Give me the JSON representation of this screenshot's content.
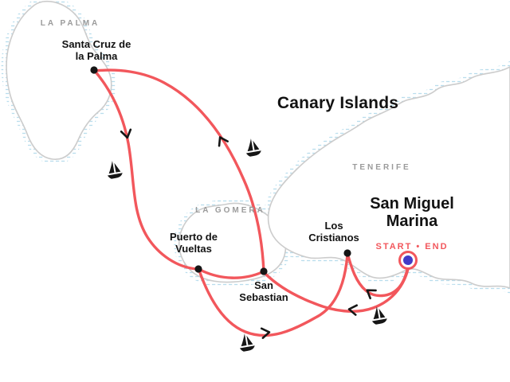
{
  "map": {
    "region_title": "Canary Islands",
    "islands": {
      "la_palma": {
        "label": "LA PALMA"
      },
      "la_gomera": {
        "label": "LA GOMERA"
      },
      "tenerife": {
        "label": "TENERIFE"
      }
    },
    "stops": {
      "santa_cruz": {
        "label": "Santa Cruz de la Palma"
      },
      "puerto_de_vueltas": {
        "label": "Puerto de Vueltas"
      },
      "san_sebastian": {
        "label": "San Sebastian"
      },
      "los_cristianos": {
        "label": "Los Cristianos"
      },
      "san_miguel_marina": {
        "label": "San Miguel Marina",
        "badge": "START • END"
      }
    },
    "route": {
      "color": "#f2575c",
      "start_end_marker_color": "#433bc7",
      "direction_icon": "arrow-icon",
      "leg_icon": "sailboat-icon"
    },
    "colors": {
      "coastline": "#cccccc",
      "water_hatch": "#b9dded",
      "land": "#ffffff",
      "stop_dot": "#161616",
      "label_text": "#121212",
      "island_label_text": "#9b9b9b"
    }
  }
}
